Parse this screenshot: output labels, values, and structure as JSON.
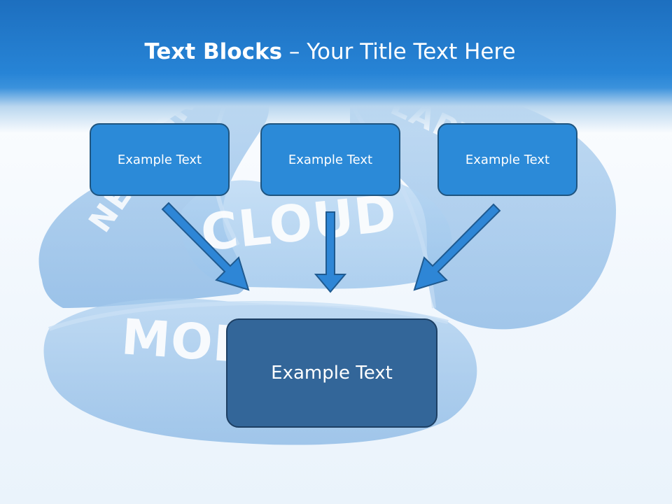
{
  "header": {
    "title_bold": "Text Blocks",
    "title_dash": " – ",
    "title_rest": "Your Title Text Here"
  },
  "background": {
    "words": [
      "NETWORK",
      "LAPTOPS",
      "CLOUD",
      "MOBILE"
    ]
  },
  "blocks": {
    "top": [
      {
        "label": "Example Text"
      },
      {
        "label": "Example Text"
      },
      {
        "label": "Example Text"
      }
    ],
    "bottom": {
      "label": "Example Text"
    }
  },
  "colors": {
    "header": "#2784d6",
    "small_block": "#2b8ad8",
    "large_block": "#336699",
    "arrow": "#2e86d6"
  }
}
